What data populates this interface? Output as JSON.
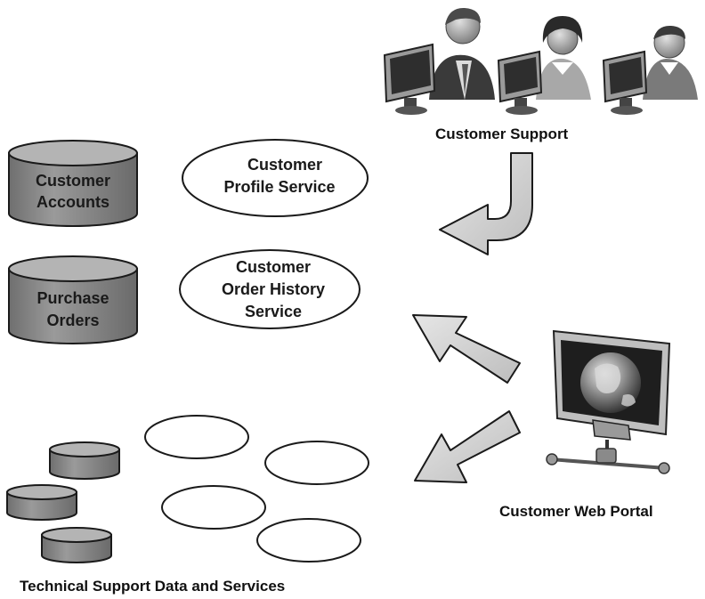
{
  "datastores": {
    "customer_accounts": [
      "Customer",
      "Accounts"
    ],
    "purchase_orders": [
      "Purchase",
      "Orders"
    ]
  },
  "services": {
    "customer_profile": [
      "Customer",
      "Profile Service"
    ],
    "customer_order_history": [
      "Customer",
      "Order History",
      "Service"
    ]
  },
  "captions": {
    "customer_support": "Customer Support",
    "customer_web_portal": "Customer Web Portal",
    "technical_support": "Technical Support Data and Services"
  },
  "colors": {
    "cylinder_fill": "#8c8c8c",
    "cylinder_top": "#b4b4b4",
    "arrow_fill": "#d6d6d6",
    "outline": "#1a1a1a"
  }
}
